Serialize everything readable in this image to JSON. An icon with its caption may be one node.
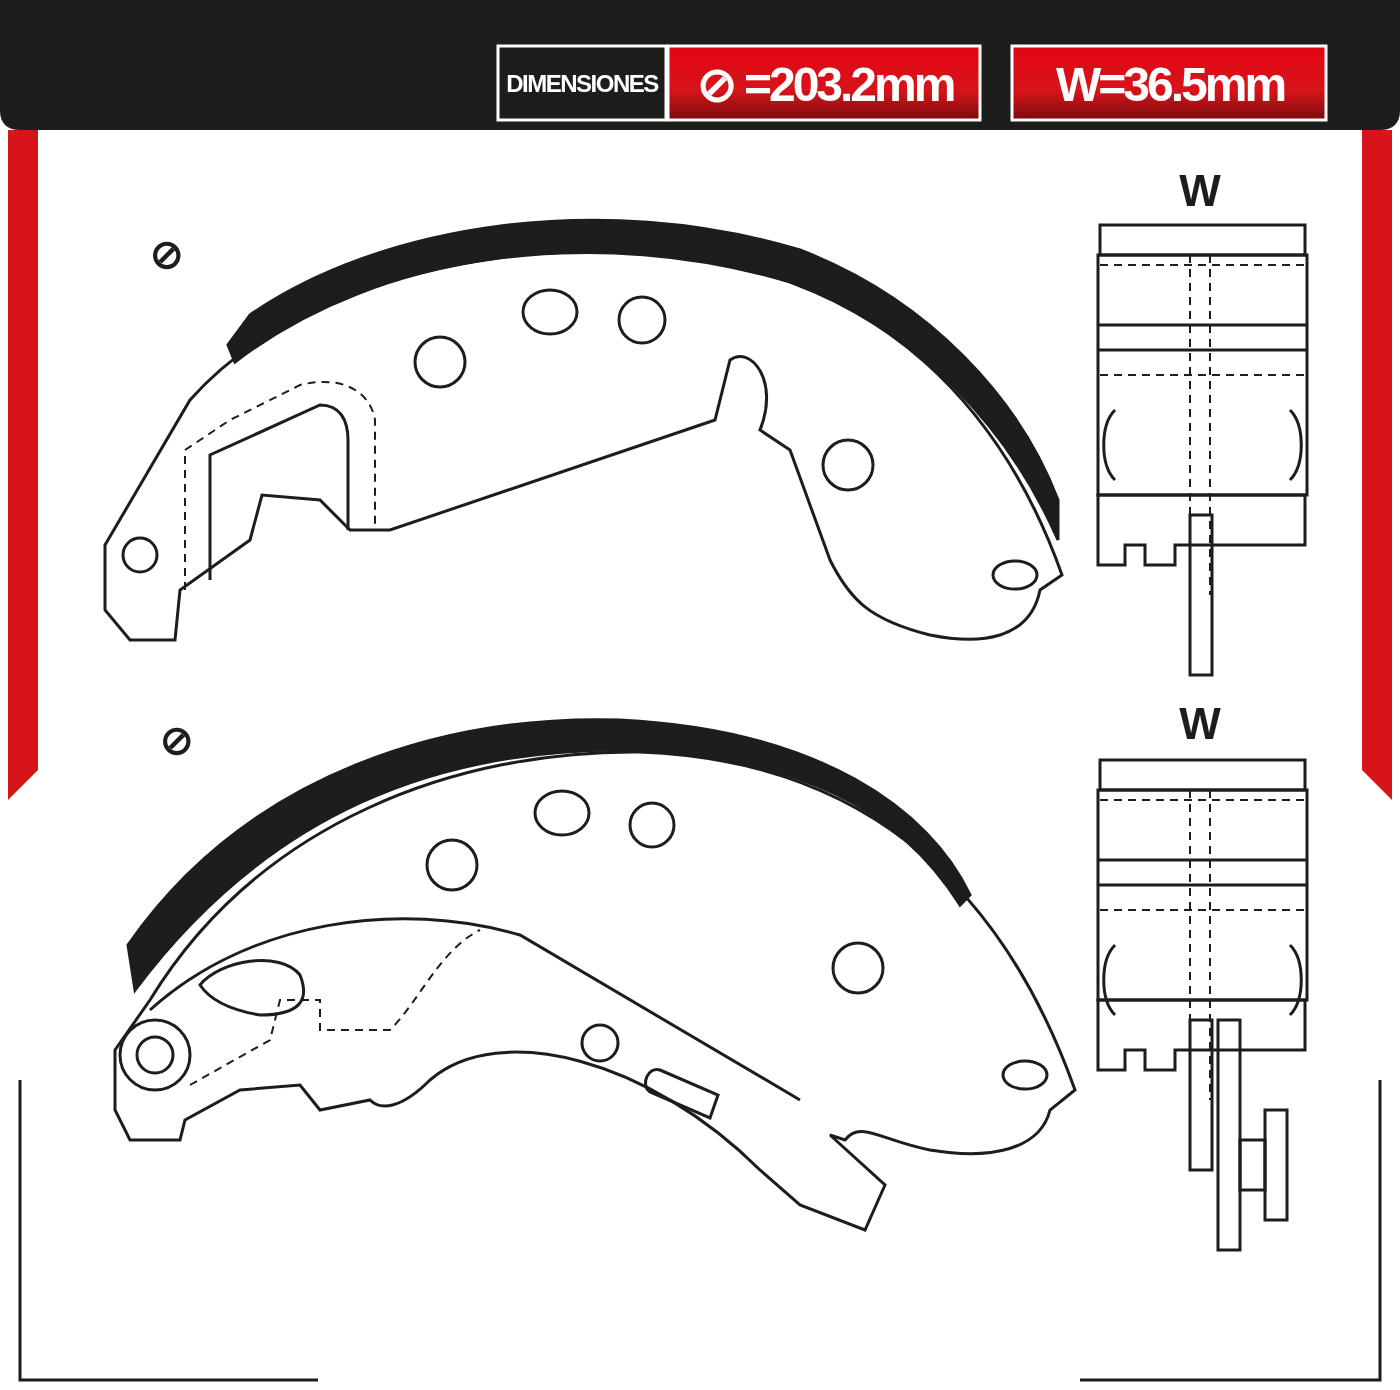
{
  "diagram": {
    "labels": [
      "DIMENSIONES",
      "⊘ =203.2mm",
      "W=36.5mm",
      "⊘",
      "W",
      "⊘",
      "W"
    ]
  }
}
